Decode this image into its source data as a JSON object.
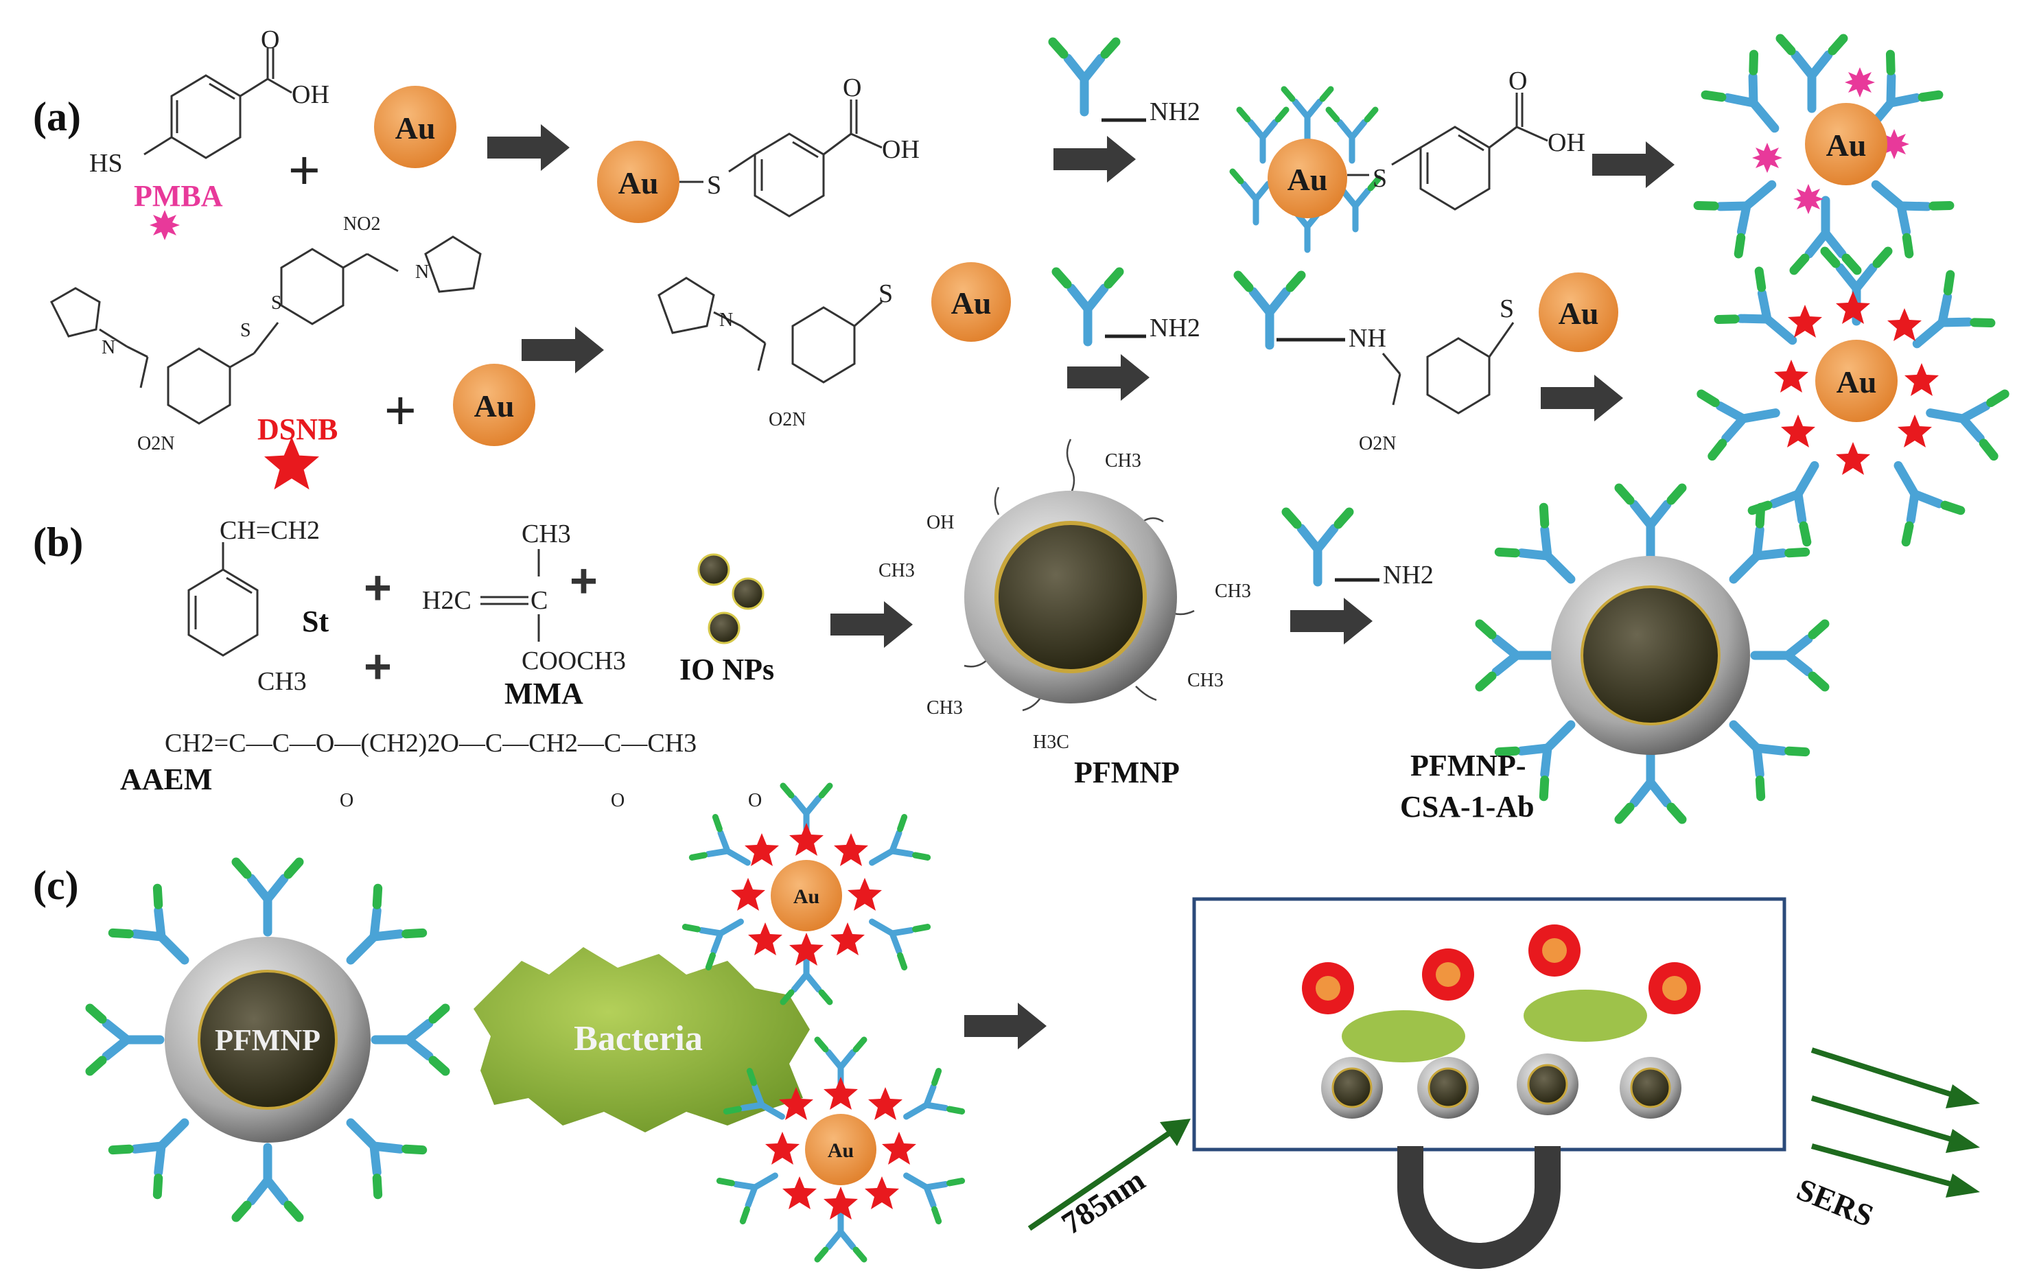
{
  "panels": {
    "a": "(a)",
    "b": "(b)",
    "c": "(c)"
  },
  "reagents": {
    "pmba": "PMBA",
    "dsnb": "DSNB",
    "au": "Au",
    "st": "St",
    "mma": "MMA",
    "aaem": "AAEM",
    "io_nps": "IO NPs",
    "pfmnp": "PFMNP",
    "pfmnp_ab_line1": "PFMNP-",
    "pfmnp_ab_line2": "CSA-1-Ab",
    "bacteria": "Bacteria"
  },
  "chem": {
    "oh": "OH",
    "o": "O",
    "hs": "HS",
    "s": "S",
    "nh2": "NH2",
    "nh": "NH",
    "no2": "NO2",
    "o2n": "O2N",
    "n": "N",
    "ch_ch2": "CH=CH2",
    "ch3": "CH3",
    "h2c": "H2C",
    "cooch3": "COOCH3",
    "aaem_chain": "CH2=C—C—O—(CH2)2O—C—CH2—C—CH3",
    "h3c": "H3C"
  },
  "detection": {
    "laser": "785nm",
    "signal": "SERS"
  },
  "colors": {
    "au_gold": "#F0953F",
    "antibody_blue": "#4AA3D6",
    "antibody_green": "#2DB54A",
    "pmba_pink": "#E8399A",
    "dsnb_red": "#E8191E",
    "arrow_gray": "#3a3a3a",
    "core_dark": "#3d3a28",
    "bacteria_green": "#8DB33A",
    "laser_green": "#1E6B1E",
    "box_border": "#2B4A7A"
  }
}
